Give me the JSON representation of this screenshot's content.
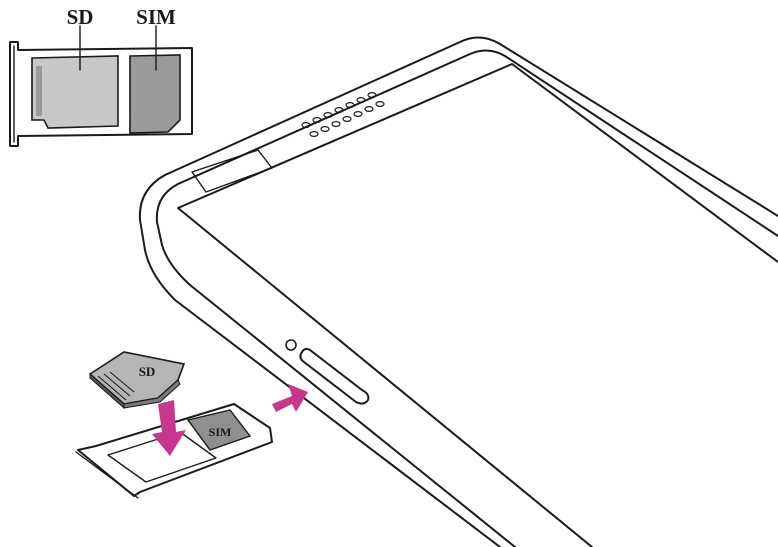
{
  "inset_labels": {
    "sd": "SD",
    "sim": "SIM"
  },
  "card_labels": {
    "sd": "SD",
    "sim": "SIM"
  },
  "colors": {
    "line": "#1a1a1a",
    "card_gray": "#c8c8c8",
    "card_dark": "#8f8f8f",
    "arrow_magenta": "#c8378f"
  },
  "icons": [
    "insert-direction-arrow",
    "push-direction-arrow",
    "speaker-grille",
    "pin-hole"
  ]
}
